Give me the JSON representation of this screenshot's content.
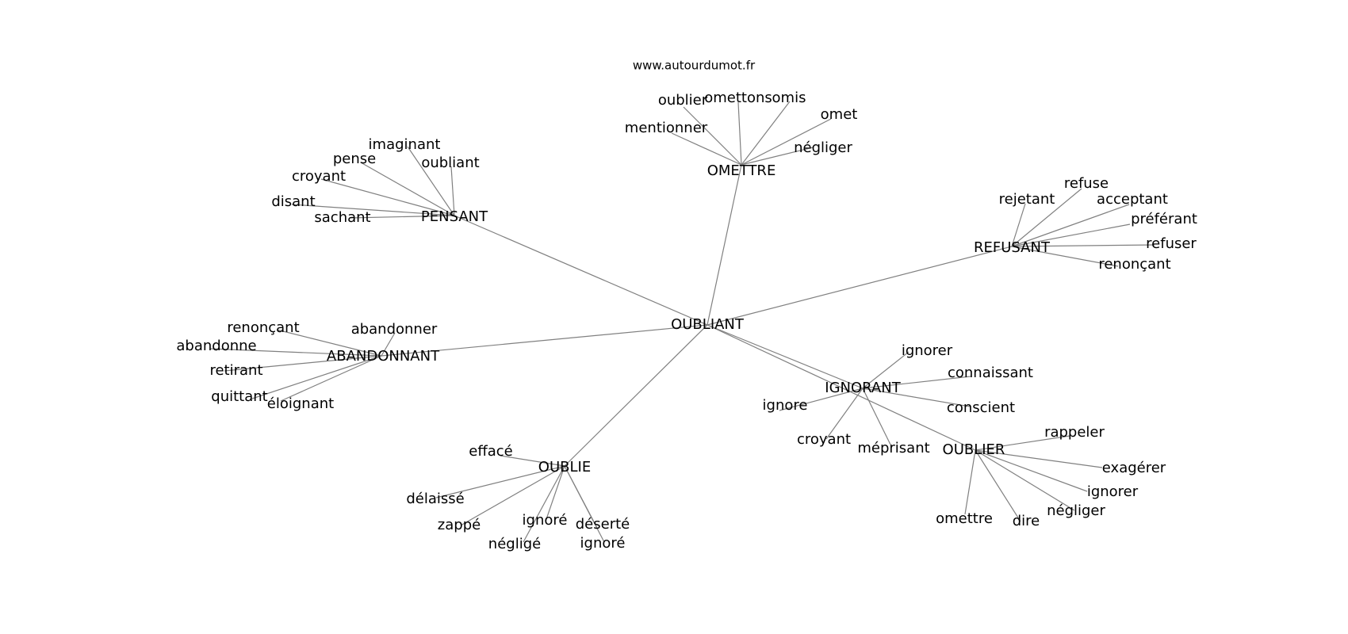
{
  "source": "www.autourdumot.fr",
  "edge_color": "#808080",
  "center": "OUBLIANT",
  "hubs": [
    {
      "id": "omettre",
      "label": "OMETTRE",
      "leaves": [
        "oublier",
        "omettons",
        "omis",
        "omet",
        "mentionner",
        "négliger"
      ]
    },
    {
      "id": "pensant",
      "label": "PENSANT",
      "leaves": [
        "imaginant",
        "pense",
        "oubliant",
        "croyant",
        "disant",
        "sachant"
      ]
    },
    {
      "id": "refusant",
      "label": "REFUSANT",
      "leaves": [
        "refuse",
        "rejetant",
        "acceptant",
        "préférant",
        "refuser",
        "renonçant"
      ]
    },
    {
      "id": "abandonnant",
      "label": "ABANDONNANT",
      "leaves": [
        "renonçant",
        "abandonner",
        "abandonne",
        "retirant",
        "quittant",
        "éloignant"
      ]
    },
    {
      "id": "ignorant",
      "label": "IGNORANT",
      "leaves": [
        "ignorer",
        "connaissant",
        "ignore",
        "conscient",
        "croyant",
        "méprisant"
      ]
    },
    {
      "id": "oublier",
      "label": "OUBLIER",
      "leaves": [
        "rappeler",
        "exagérer",
        "ignorer",
        "négliger",
        "dire",
        "omettre"
      ]
    },
    {
      "id": "oublie",
      "label": "OUBLIE",
      "leaves": [
        "effacé",
        "délaissé",
        "zappé",
        "ignoré",
        "déserté",
        "négligé",
        "ignoré"
      ]
    }
  ]
}
